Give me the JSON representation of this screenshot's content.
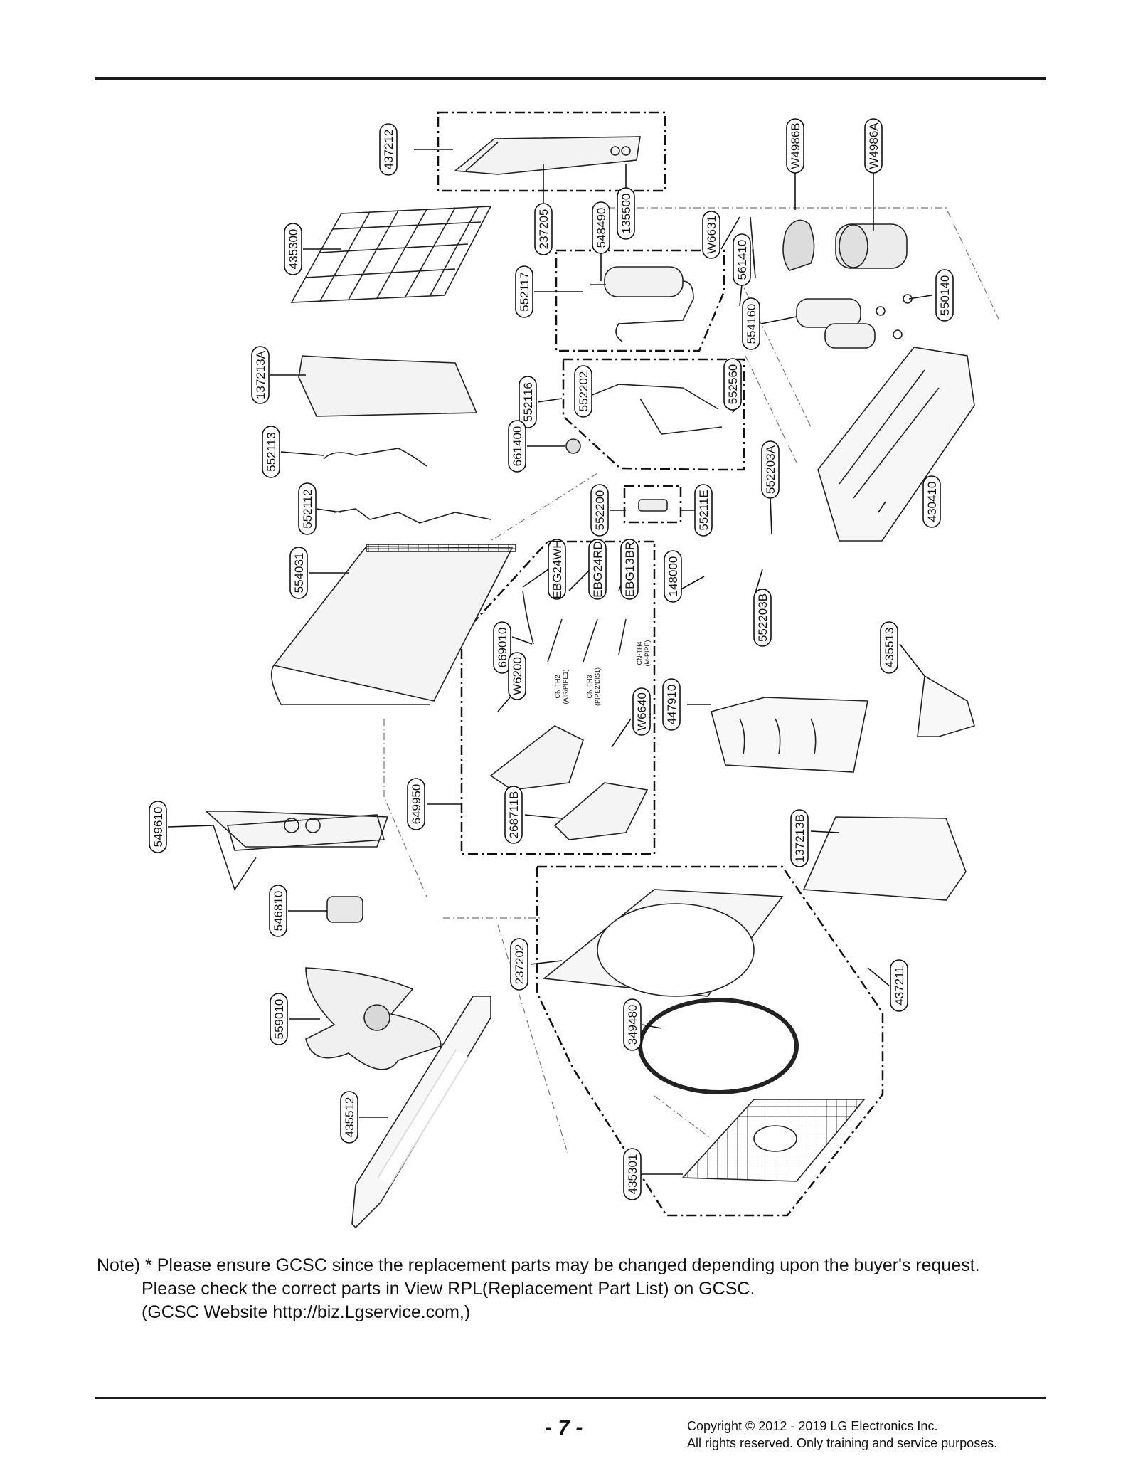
{
  "parts": {
    "p437212": "437212",
    "p237205": "237205",
    "p135500": "135500",
    "pW4986B": "W4986B",
    "pW4986A": "W4986A",
    "p435300": "435300",
    "p552117": "552117",
    "p548490": "548490",
    "pW6631": "W6631",
    "p561410": "561410",
    "p550140": "550140",
    "p554160": "554160",
    "p137213A": "137213A",
    "p552116": "552116",
    "p552202": "552202",
    "p552560": "552560",
    "p552113": "552113",
    "p661400": "661400",
    "p552203A": "552203A",
    "p552112": "552112",
    "p552200": "552200",
    "p55211E": "55211E",
    "p430410": "430410",
    "p554031": "554031",
    "pEBG24WH": "EBG24WH",
    "pEBG24RD": "EBG24RD",
    "pEBG13BR": "EBG13BR",
    "p148000": "148000",
    "p552203B": "552203B",
    "p669010": "669010",
    "pW6200": "W6200",
    "p435513": "435513",
    "pW6640": "W6640",
    "p447910": "447910",
    "p549610": "549610",
    "p649950": "649950",
    "p268711B": "268711B",
    "p137213B": "137213B",
    "p546810": "546810",
    "p237202": "237202",
    "p437211": "437211",
    "p559010": "559010",
    "p349480": "349480",
    "p435512": "435512",
    "p435301": "435301"
  },
  "sensors": {
    "th2_a": "CN-TH2",
    "th2_b": "(AIR/PIPE1)",
    "th3_a": "CN-TH3",
    "th3_b": "(PIPE2/DIS1)",
    "th4_a": "CN-TH4",
    "th4_b": "(M-PIPE)"
  },
  "note": {
    "line1": "Note) * Please ensure GCSC since the replacement parts may be changed depending upon the buyer's request.",
    "line2": "Please check  the correct parts in View RPL(Replacement Part List) on GCSC.",
    "line3": "(GCSC Website  http://biz.Lgservice.com,)"
  },
  "footer": {
    "page_number": "- 7 -",
    "copyright_line1": "Copyright © 2012 - 2019 LG Electronics Inc.",
    "copyright_line2": "All rights reserved. Only training and service purposes."
  }
}
